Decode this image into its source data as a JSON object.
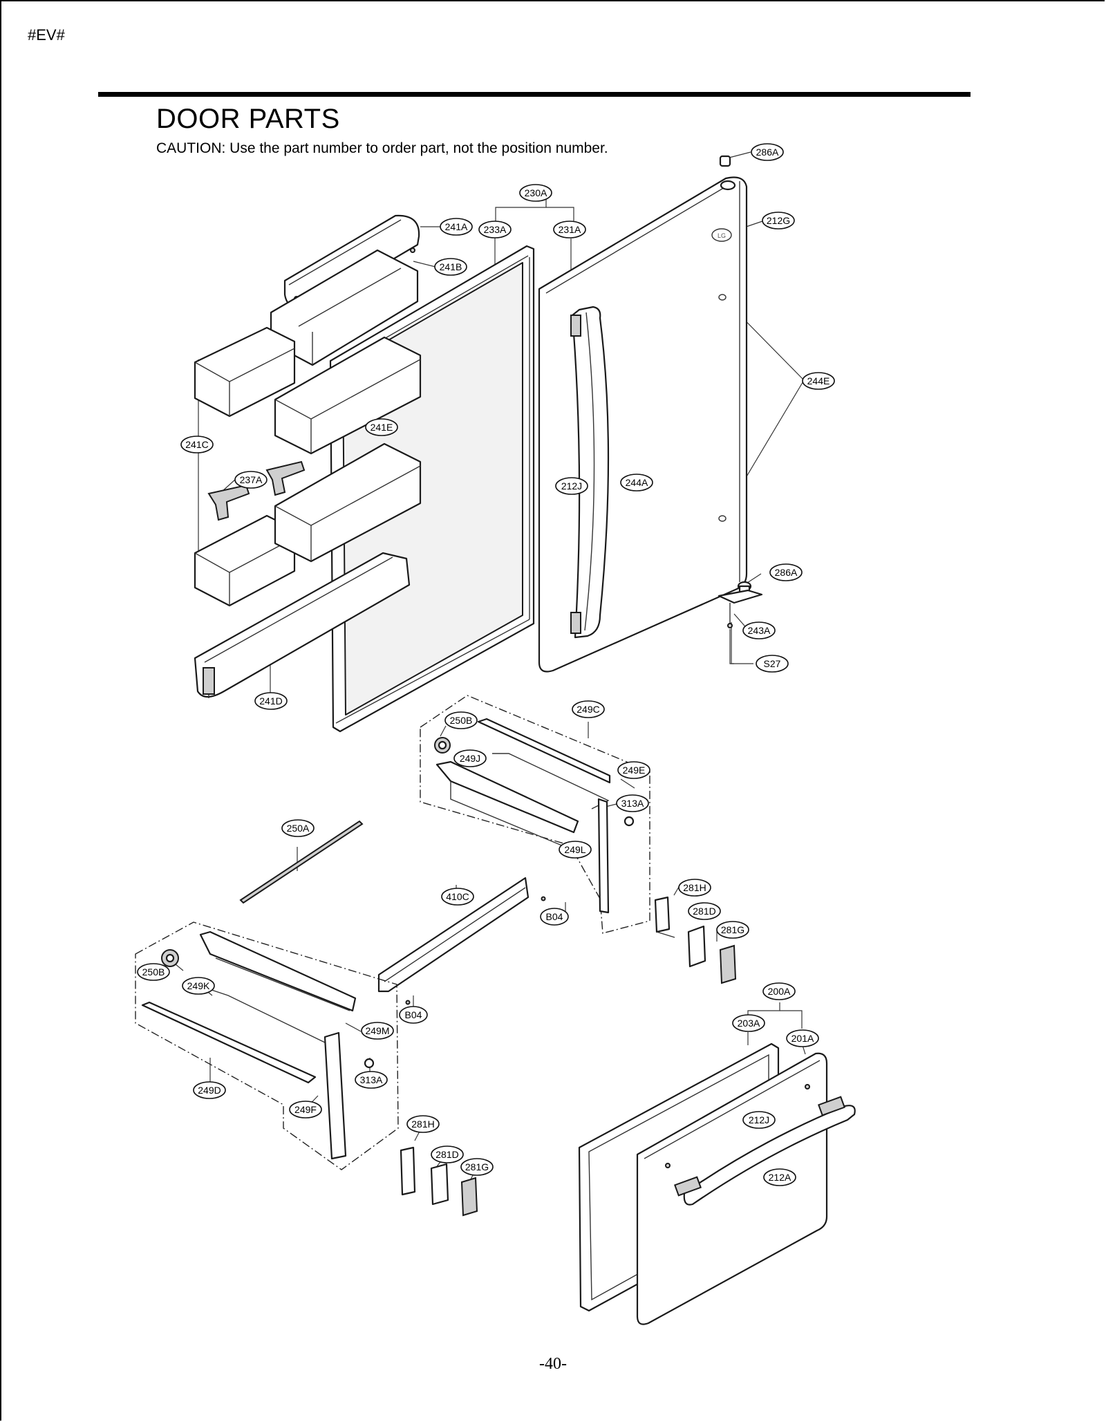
{
  "page": {
    "marker": "#EV#",
    "title": "DOOR PARTS",
    "caution": "CAUTION: Use the part number to order part, not the position number.",
    "page_number": "-40-"
  },
  "callouts": [
    {
      "id": "c286A-top",
      "label": "286A"
    },
    {
      "id": "c230A",
      "label": "230A"
    },
    {
      "id": "c212G",
      "label": "212G"
    },
    {
      "id": "c241A",
      "label": "241A"
    },
    {
      "id": "c233A",
      "label": "233A"
    },
    {
      "id": "c231A",
      "label": "231A"
    },
    {
      "id": "c241B",
      "label": "241B"
    },
    {
      "id": "c244E",
      "label": "244E"
    },
    {
      "id": "c241E",
      "label": "241E"
    },
    {
      "id": "c241C",
      "label": "241C"
    },
    {
      "id": "c237A",
      "label": "237A"
    },
    {
      "id": "c212J-top",
      "label": "212J"
    },
    {
      "id": "c244A",
      "label": "244A"
    },
    {
      "id": "c286A-hinge",
      "label": "286A"
    },
    {
      "id": "c243A",
      "label": "243A"
    },
    {
      "id": "cS27",
      "label": "S27"
    },
    {
      "id": "c241D",
      "label": "241D"
    },
    {
      "id": "c249C",
      "label": "249C"
    },
    {
      "id": "c250B-top",
      "label": "250B"
    },
    {
      "id": "c249J",
      "label": "249J"
    },
    {
      "id": "c249E",
      "label": "249E"
    },
    {
      "id": "c313A-top",
      "label": "313A"
    },
    {
      "id": "c250A",
      "label": "250A"
    },
    {
      "id": "c249L",
      "label": "249L"
    },
    {
      "id": "c410C",
      "label": "410C"
    },
    {
      "id": "c281H-top",
      "label": "281H"
    },
    {
      "id": "cB04-top",
      "label": "B04"
    },
    {
      "id": "c281D-top",
      "label": "281D"
    },
    {
      "id": "c281G-top",
      "label": "281G"
    },
    {
      "id": "c250B-bottom",
      "label": "250B"
    },
    {
      "id": "c249K",
      "label": "249K"
    },
    {
      "id": "cB04-bottom",
      "label": "B04"
    },
    {
      "id": "c200A",
      "label": "200A"
    },
    {
      "id": "c249M",
      "label": "249M"
    },
    {
      "id": "c203A",
      "label": "203A"
    },
    {
      "id": "c201A",
      "label": "201A"
    },
    {
      "id": "c313A-bottom",
      "label": "313A"
    },
    {
      "id": "c249D",
      "label": "249D"
    },
    {
      "id": "c249F",
      "label": "249F"
    },
    {
      "id": "c212J-bottom",
      "label": "212J"
    },
    {
      "id": "c281H-bottom",
      "label": "281H"
    },
    {
      "id": "c281D-bottom",
      "label": "281D"
    },
    {
      "id": "c281G-bottom",
      "label": "281G"
    },
    {
      "id": "c212A",
      "label": "212A"
    }
  ]
}
